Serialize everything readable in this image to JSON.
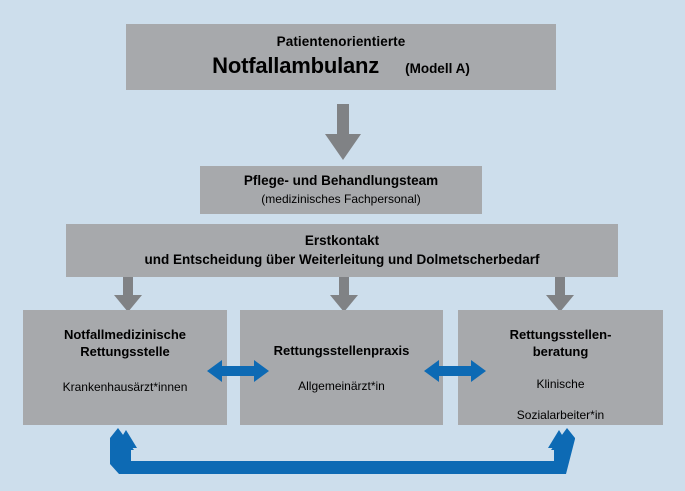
{
  "diagram": {
    "title_box": {
      "line1": "Patientenorientierte",
      "line2": "Notfallambulanz",
      "model": "(Modell A)"
    },
    "team_box": {
      "heading": "Pflege- und Behandlungsteam",
      "subtitle": "(medizinisches Fachpersonal)"
    },
    "contact_box": {
      "heading": "Erstkontakt",
      "subtitle": "und Entscheidung über Weiterleitung und Dolmetscherbedarf"
    },
    "leaf_boxes": [
      {
        "heading_line1": "Notfallmedizinische",
        "heading_line2": "Rettungsstelle",
        "role_line1": "Krankenhausärzt*innen",
        "role_line2": ""
      },
      {
        "heading_line1": "Rettungsstellenpraxis",
        "heading_line2": "",
        "role_line1": "Allgemeinärzt*in",
        "role_line2": ""
      },
      {
        "heading_line1": "Rettungsstellen-",
        "heading_line2": "beratung",
        "role_line1": "Klinische",
        "role_line2": "Sozialarbeiter*in"
      }
    ],
    "connectors": {
      "down_arrows": 4,
      "double_arrows": 2,
      "feedback_loop": 1
    },
    "colors": {
      "background": "#cddeec",
      "box_fill": "#a7a9ac",
      "arrow_gray": "#808285",
      "arrow_blue": "#0d6ab4",
      "text": "#000000"
    }
  }
}
